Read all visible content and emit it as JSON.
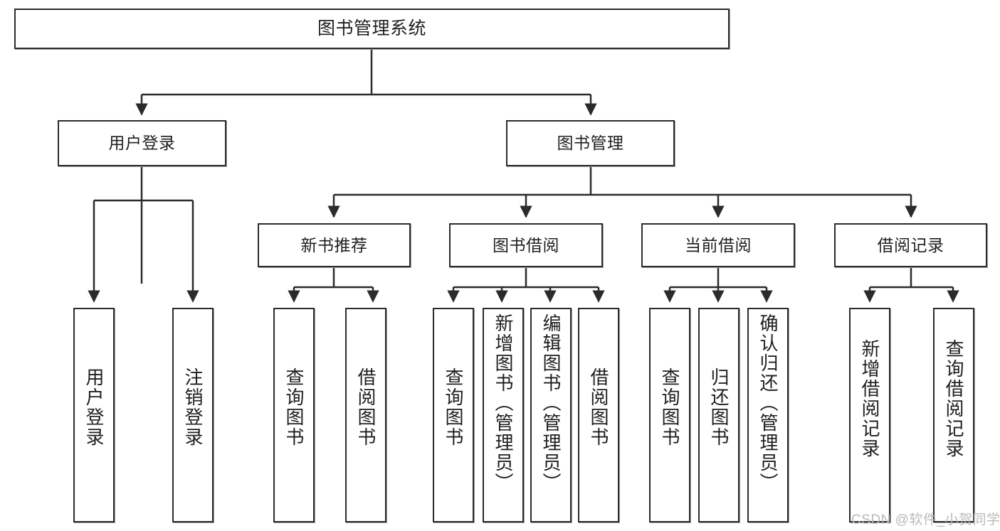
{
  "diagram": {
    "type": "tree-hierarchy-chart",
    "title": "图书管理系统",
    "orientation": "top-down",
    "root": {
      "id": "root",
      "label": "图书管理系统"
    },
    "level1": [
      {
        "id": "user-login",
        "label": "用户登录"
      },
      {
        "id": "book-management",
        "label": "图书管理"
      }
    ],
    "level2": [
      {
        "id": "new-book-recommend",
        "label": "新书推荐",
        "parent": "book-management"
      },
      {
        "id": "book-borrow",
        "label": "图书借阅",
        "parent": "book-management"
      },
      {
        "id": "current-borrow",
        "label": "当前借阅",
        "parent": "book-management"
      },
      {
        "id": "borrow-record",
        "label": "借阅记录",
        "parent": "book-management"
      }
    ],
    "leaves": [
      {
        "id": "leaf-user-login",
        "label": "用户登录",
        "parent": "user-login"
      },
      {
        "id": "leaf-logout-login",
        "label": "注销登录",
        "parent": "user-login"
      },
      {
        "id": "leaf-query-book-1",
        "label": "查询图书",
        "parent": "new-book-recommend"
      },
      {
        "id": "leaf-borrow-book-1",
        "label": "借阅图书",
        "parent": "new-book-recommend"
      },
      {
        "id": "leaf-query-book-2",
        "label": "查询图书",
        "parent": "book-borrow"
      },
      {
        "id": "leaf-add-book",
        "label": "新增图书（管理员）",
        "parent": "book-borrow"
      },
      {
        "id": "leaf-edit-book",
        "label": "编辑图书（管理员）",
        "parent": "book-borrow"
      },
      {
        "id": "leaf-borrow-book-2",
        "label": "借阅图书",
        "parent": "book-borrow"
      },
      {
        "id": "leaf-query-book-3",
        "label": "查询图书",
        "parent": "current-borrow"
      },
      {
        "id": "leaf-return-book",
        "label": "归还图书",
        "parent": "current-borrow"
      },
      {
        "id": "leaf-confirm-return",
        "label": "确认归还（管理员）",
        "parent": "current-borrow"
      },
      {
        "id": "leaf-add-record",
        "label": "新增借阅记录",
        "parent": "borrow-record"
      },
      {
        "id": "leaf-query-record",
        "label": "查询借阅记录",
        "parent": "borrow-record"
      }
    ],
    "colors": {
      "stroke": "#2b2b2b",
      "fill": "#ffffff",
      "text": "#1f1f1f",
      "watermark": "#b9b9b9"
    }
  },
  "watermark": {
    "text": "CSDN @软件_小贺同学"
  }
}
